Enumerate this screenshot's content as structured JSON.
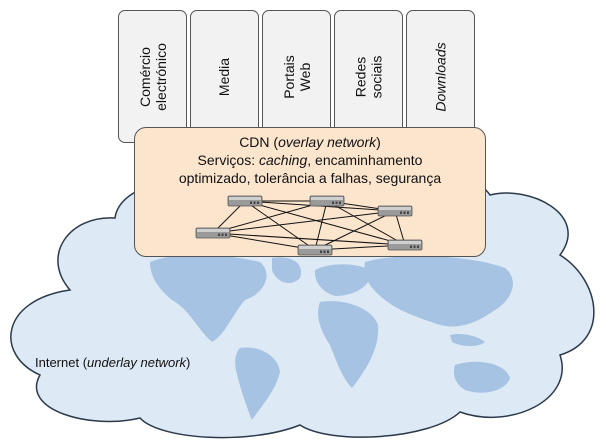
{
  "services": [
    {
      "label": "Comércio\nelectrónico",
      "italic": false
    },
    {
      "label": "Media",
      "italic": false
    },
    {
      "label": "Portais\nWeb",
      "italic": false
    },
    {
      "label": "Redes\nsociais",
      "italic": false
    },
    {
      "label": "Downloads",
      "italic": true
    }
  ],
  "cdn": {
    "title_prefix": "CDN (",
    "title_italic": "overlay network",
    "title_suffix": ")",
    "services_prefix": "Serviços: ",
    "services_italic": "caching",
    "services_rest": ", encaminhamento",
    "services_line2": "optimizado, tolerância a falhas, segurança",
    "server_count": 6
  },
  "internet": {
    "prefix": "Internet (",
    "italic": "underlay network",
    "suffix": ")"
  },
  "colors": {
    "cloud_fill": "#dde9f4",
    "cloud_stroke": "#2b3a4a",
    "land": "#a7c3e3",
    "cdn_fill": "#fce5cd",
    "service_fill": "#f2f2f2"
  }
}
